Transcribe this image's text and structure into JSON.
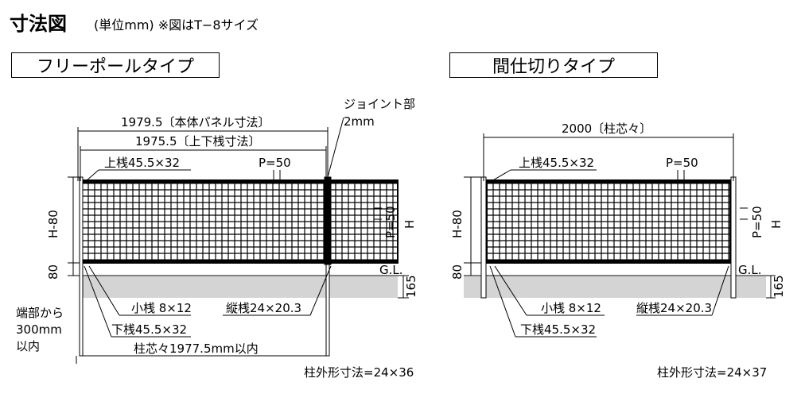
{
  "header": {
    "title": "寸法図",
    "subtitle": "(単位mm) ※図はT−8サイズ"
  },
  "left": {
    "type_title": "フリーポールタイプ",
    "body_panel": "1979.5〔本体パネル寸法〕",
    "upper_lower": "1975.5〔上下桟寸法〕",
    "joint_label_1": "ジョイント部",
    "joint_label_2": "2mm",
    "upper_rail": "上桟45.5×32",
    "pitch": "P=50",
    "small_rail": "小桟 8×12",
    "vertical_rail": "縦桟24×20.3",
    "lower_rail": "下桟45.5×32",
    "post_center": "柱芯々1977.5mm以内",
    "end_note_1": "端部から",
    "end_note_2": "300mm",
    "end_note_3": "以内",
    "post_size": "柱外形寸法=24×36"
  },
  "right": {
    "type_title": "間仕切りタイプ",
    "post_center": "2000〔柱芯々〕",
    "upper_rail": "上桟45.5×32",
    "pitch": "P=50",
    "small_rail": "小桟 8×12",
    "vertical_rail": "縦桟24×20.3",
    "lower_rail": "下桟45.5×32",
    "post_size": "柱外形寸法=24×37"
  },
  "common": {
    "h_minus": "H-80",
    "h": "H",
    "pitch_v": "P=50",
    "eighty": "80",
    "gl": "G.L.",
    "depth": "165"
  },
  "colors": {
    "ground": "#d4d4d4",
    "line": "#000000"
  }
}
